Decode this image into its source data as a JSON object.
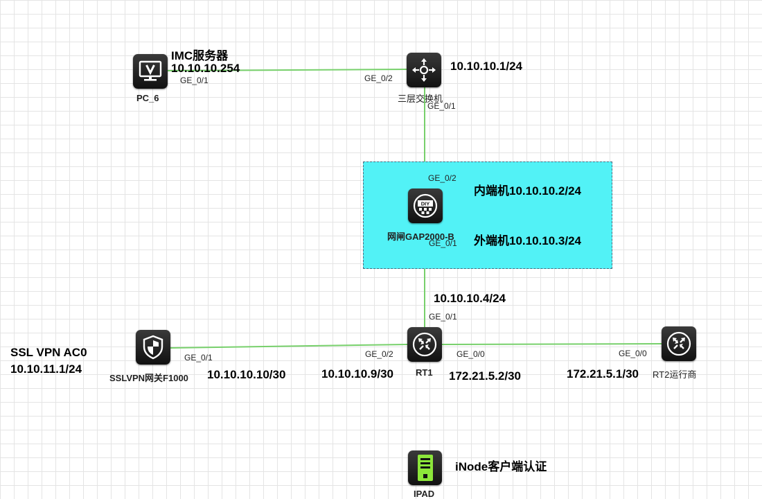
{
  "colors": {
    "link": "#77d06b",
    "zone": "#52f2f6",
    "device": "#111111",
    "ipad": "#8ce63a"
  },
  "devices": {
    "pc6": {
      "name": "PC_6",
      "icon": "monitor-icon"
    },
    "l3switch": {
      "name": "三层交换机",
      "icon": "switch-arrows-icon"
    },
    "gap": {
      "name": "网闸GAP2000-B",
      "icon": "diy-shield-icon"
    },
    "sslvpn": {
      "name": "SSLVPN网关F1000",
      "icon": "security-shield-icon"
    },
    "rt1": {
      "name": "RT1",
      "icon": "router-icon"
    },
    "rt2": {
      "name": "RT2运行商",
      "icon": "router-icon"
    },
    "ipad": {
      "name": "IPAD",
      "icon": "server-icon"
    }
  },
  "ports": {
    "pc6_ge01": "GE_0/1",
    "sw_ge02": "GE_0/2",
    "sw_ge01": "GE_0/1",
    "gap_ge02": "GE_0/2",
    "gap_ge01": "GE_0/1",
    "rt1_ge01": "GE_0/1",
    "ssl_ge01": "GE_0/1",
    "rt1_ge02": "GE_0/2",
    "rt1_ge00": "GE_0/0",
    "rt2_ge00": "GE_0/0"
  },
  "labels": {
    "imc_title": "IMC服务器",
    "imc_ip": "10.10.10.254",
    "sw_ip": "10.10.10.1/24",
    "gap_inner": "内端机10.10.10.2/24",
    "gap_outer": "外端机10.10.10.3/24",
    "rt1_up_ip": "10.10.10.4/24",
    "ssl_title": "SSL VPN AC0",
    "ssl_pool": "10.10.11.1/24",
    "ssl_ip": "10.10.10.10/30",
    "rt1_left_ip": "10.10.10.9/30",
    "rt1_right_ip": "172.21.5.2/30",
    "rt2_ip": "172.21.5.1/30",
    "inode": "iNode客户端认证"
  }
}
